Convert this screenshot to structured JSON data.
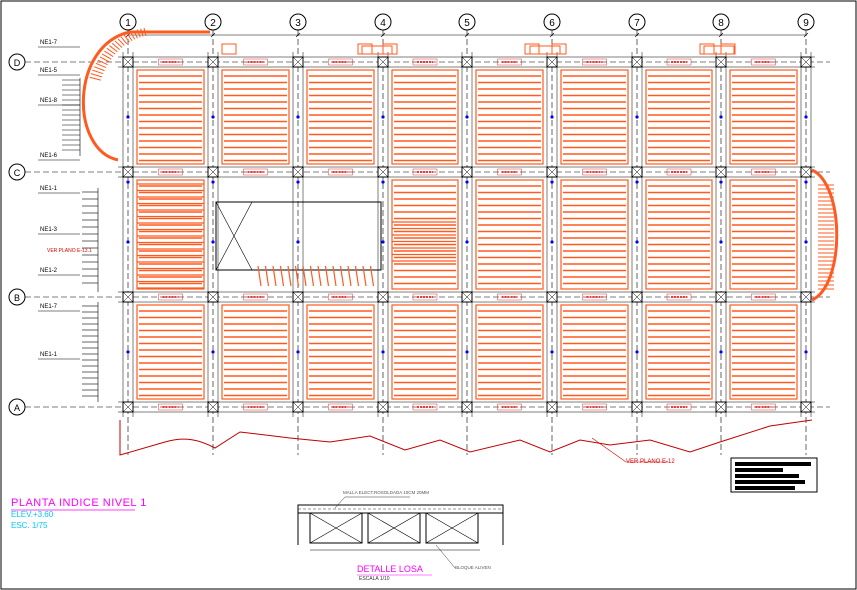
{
  "drawing": {
    "title": "PLANTA INDICE NIVEL 1",
    "elevation": "ELEV.+3.60",
    "scale": "ESC. 1/75",
    "colors": {
      "slab": "#ff5a1f",
      "grid": "#000000",
      "title": "#ff00ff",
      "sub": "#00c8ff",
      "note": "#e00000",
      "dim": "#0000ff"
    }
  },
  "grid": {
    "columns": [
      "1",
      "2",
      "3",
      "4",
      "5",
      "6",
      "7",
      "8",
      "9"
    ],
    "rows": [
      "D",
      "C",
      "B",
      "A"
    ]
  },
  "side_labels": [
    "NE1-7",
    "NE1-5",
    "NE1-8",
    "NE1-6",
    "NE1-1",
    "NE1-3",
    "NE1-2",
    "NE1-7",
    "NE1-1"
  ],
  "notes": {
    "ver_plano": "VER PLANO E-12",
    "ver_plano_side": "VER PLANO E-13.1"
  },
  "detail": {
    "title": "DETALLE LOSA",
    "scale": "ESCALA 1/10",
    "note_top": "MALLA ELECT.ROSOLDADA 10CM 20MM",
    "note_bottom": "BLOQUE ALIVEN"
  }
}
